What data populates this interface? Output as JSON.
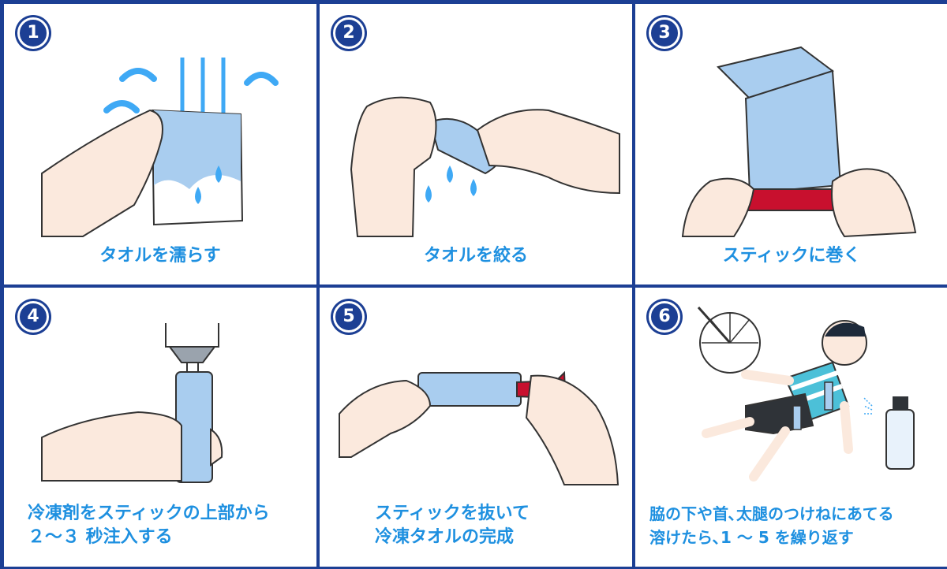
{
  "steps": [
    {
      "number": "1",
      "caption_lines": [
        "タオルを濡らす"
      ],
      "illustration_icon": "wet-towel-icon"
    },
    {
      "number": "2",
      "caption_lines": [
        "タオルを絞る"
      ],
      "illustration_icon": "wring-towel-icon"
    },
    {
      "number": "3",
      "caption_lines": [
        "スティックに巻く"
      ],
      "illustration_icon": "wrap-stick-icon"
    },
    {
      "number": "4",
      "caption_lines": [
        "冷凍剤をスティックの上部から",
        "２～３ 秒注入する"
      ],
      "illustration_icon": "inject-coolant-icon"
    },
    {
      "number": "5",
      "caption_lines": [
        "スティックを抜いて",
        "冷凍タオルの完成"
      ],
      "illustration_icon": "remove-stick-icon"
    },
    {
      "number": "6",
      "caption_lines": [
        "脇の下や首､太腿のつけねにあてる",
        "溶けたら､1 ～ 5 を繰り返す"
      ],
      "illustration_icon": "apply-to-body-icon"
    }
  ],
  "colors": {
    "border": "#1c3f94",
    "caption": "#1e90e0",
    "towel": "#a9cdef",
    "skin": "#fbe9dd",
    "stick": "#c8102e",
    "water": "#3fa9f5"
  }
}
